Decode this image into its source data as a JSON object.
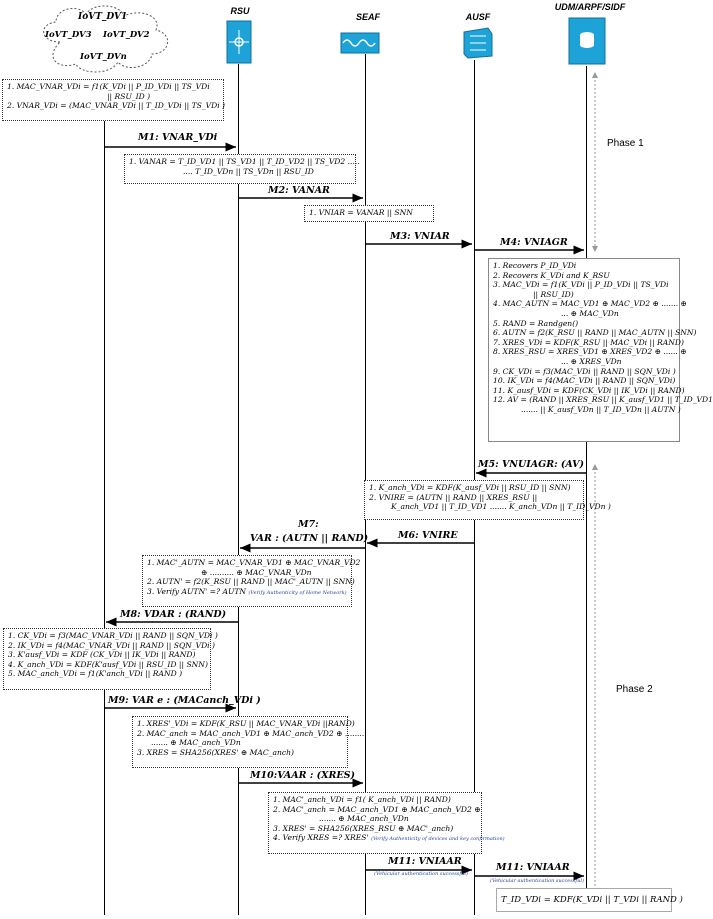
{
  "entities": {
    "cloud": [
      "IoVT_DV1",
      "IoVT_DV3",
      "IoVT_DV2",
      "IoVT_DVn"
    ],
    "rsu": "RSU",
    "seaf": "SEAF",
    "ausf": "AUSF",
    "udm": "UDM/ARPF/SIDF"
  },
  "phases": {
    "phase1": "Phase 1",
    "phase2": "Phase 2"
  },
  "boxes": {
    "vehicle_init": [
      "1. MAC_VNAR_VDi = f1(K_VDi || P_ID_VDi || TS_VDi",
      "|| RSU_ID )",
      "2. VNAR_VDi = (MAC_VNAR_VDi || T_ID_VDi || TS_VDi )"
    ],
    "rsu_aggregate": [
      "1. VANAR = T_ID_VD1 || TS_VD1 || T_ID_VD2 || TS_VD2 .....",
      ".... T_ID_VDn || TS_VDn || RSU_ID"
    ],
    "seaf_vniar": [
      "1. VNIAR = VANAR || SNN"
    ],
    "udm_process": [
      "1. Recovers P_ID_VDi",
      "2. Recovers K_VDi and K_RSU",
      "3. MAC_VDi = f1(K_VDi || P_ID_VDi || TS_VDi",
      "|| RSU_ID)",
      "4. MAC_AUTN = MAC_VD1 ⊕ MAC_VD2 ⊕ ....... ⊕",
      "... ⊕ MAC_VDn",
      "5. RAND = Randgen()",
      "6. AUTN = f2(K_RSU || RAND || MAC_AUTN || SNN)",
      "7. XRES_VDi = KDF(K_RSU || MAC_VDi || RAND)",
      "8. XRES_RSU = XRES_VD1 ⊕ XRES_VD2 ⊕ ...... ⊕",
      "... ⊕ XRES_VDn",
      "9. CK_VDi = f3(MAC_VDi || RAND || SQN_VDi )",
      "10. IK_VDi = f4(MAC_VDi || RAND || SQN_VDi)",
      "11. K_ausf_VDi = KDF(CK_VDi || IK_VDi || RAND)",
      "12. AV = (RAND || XRES_RSU || K_ausf_VD1 || T_ID_VD1",
      "....... || K_ausf_VDn || T_ID_VDn || AUTN )"
    ],
    "ausf_process": [
      "1. K_anch_VDi = KDF(K_ausf_VDi || RSU_ID || SNN)",
      "2. VNIRE = (AUTN || RAND || XRES_RSU ||",
      "K_anch_VD1 || T_ID_VD1 ....... K_anch_VDn || T_ID_VDn )"
    ],
    "rsu_verify": [
      "1. MAC'_AUTN = MAC_VNAR_VD1 ⊕ MAC_VNAR_VD2",
      "⊕ .......... ⊕ MAC_VNAR_VDn",
      "2. AUTN' = f2(K_RSU || RAND || MAC'_AUTN || SNN)",
      "3. Verify AUTN' =? AUTN"
    ],
    "rsu_verify_note": "(Verify Authenticity of Home Network)",
    "vehicle_keys": [
      "1. CK_VDi = f3(MAC_VNAR_VDi || RAND || SQN_VDi )",
      "2. IK_VDi = f4(MAC_VNAR_VDi || RAND || SQN_VDi )",
      "3. K'ausf_VDi = KDF (CK_VDi || IK_VDi || RAND)",
      "4. K_anch_VDi = KDF(K'ausf_VDi || RSU_ID || SNN)",
      "5. MAC_anch_VDi = f1(K'anch_VDi || RAND )"
    ],
    "rsu_xres": [
      "1. XRES'_VDi = KDF(K_RSU || MAC_VNAR_VDi ||RAND)",
      "2. MAC_anch = MAC_anch_VD1 ⊕ MAC_anch_VD2 ⊕ ........",
      "....... ⊕ MAC_anch_VDn",
      "3. XRES = SHA256(XRES' ⊕ MAC_anch)"
    ],
    "seaf_verify": [
      "1. MAC'_anch_VDi = f1( K_anch_VDi || RAND)",
      "2. MAC'_anch = MAC_anch_VD1 ⊕ MAC_anch_VD2 ⊕",
      "....... ⊕ MAC_anch_VDn",
      "3. XRES' = SHA256(XRES_RSU ⊕ MAC'_anch)",
      "4. Verify XRES =? XRES'"
    ],
    "seaf_verify_note": "(Verify Authenticity of devices and key confirmation)",
    "final": "T_ID_VDi = KDF(K_VDi || T_VDi || RAND )"
  },
  "messages": {
    "m1": "M1: VNAR_VDi",
    "m2": "M2: VANAR",
    "m3": "M3: VNIAR",
    "m4": "M4: VNIAGR",
    "m5": "M5: VNUIAGR: (AV)",
    "m6": "M6: VNIRE",
    "m7a": "M7:",
    "m7b": "VAR : (AUTN || RAND)",
    "m8": "M8: VDAR : (RAND)",
    "m9": "M9: VAR e : (MACanch_VDi )",
    "m10": "M10:VAAR : (XRES)",
    "m11a": "M11: VNIAAR",
    "m11b": "M11: VNIAAR",
    "m11a_note": "(Vehicular authentication successful)",
    "m11b_note": "(Vehicular authentication successful)"
  }
}
